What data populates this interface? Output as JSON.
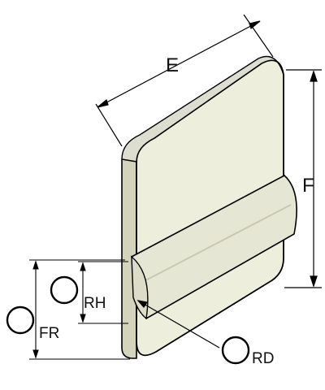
{
  "diagram": {
    "labels": {
      "width_dim": "E",
      "height_dim": "F",
      "handle_radius": "RH",
      "front_radius": "FR",
      "roll_diameter": "RD"
    },
    "colors": {
      "face": "#eeeedd",
      "edge": "#c9c9b0",
      "outline": "#000000",
      "dimension_line": "#000000",
      "text": "#111111"
    }
  }
}
